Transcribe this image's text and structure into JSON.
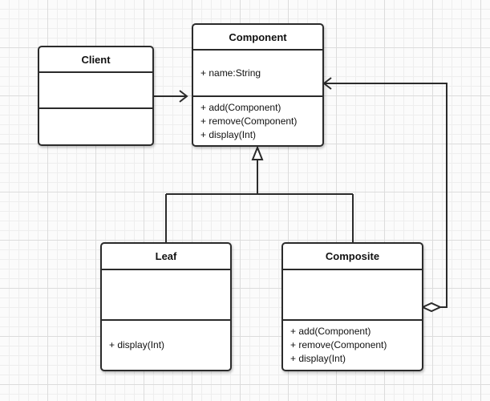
{
  "diagram": {
    "classes": {
      "client": {
        "name": "Client",
        "attributes": [],
        "operations": []
      },
      "component": {
        "name": "Component",
        "attributes": [
          "+ name:String"
        ],
        "operations": [
          "+ add(Component)",
          "+ remove(Component)",
          "+ display(Int)"
        ]
      },
      "leaf": {
        "name": "Leaf",
        "attributes": [],
        "operations": [
          "+ display(Int)"
        ]
      },
      "composite": {
        "name": "Composite",
        "attributes": [],
        "operations": [
          "+ add(Component)",
          "+ remove(Component)",
          "+ display(Int)"
        ]
      }
    },
    "relationships": [
      {
        "type": "association",
        "from": "Client",
        "to": "Component"
      },
      {
        "type": "generalization",
        "from": "Leaf",
        "to": "Component"
      },
      {
        "type": "generalization",
        "from": "Composite",
        "to": "Component"
      },
      {
        "type": "aggregation",
        "from": "Composite",
        "to": "Component"
      }
    ],
    "colors": {
      "line": "#2b2b2b",
      "box_fill": "#ffffff"
    }
  }
}
